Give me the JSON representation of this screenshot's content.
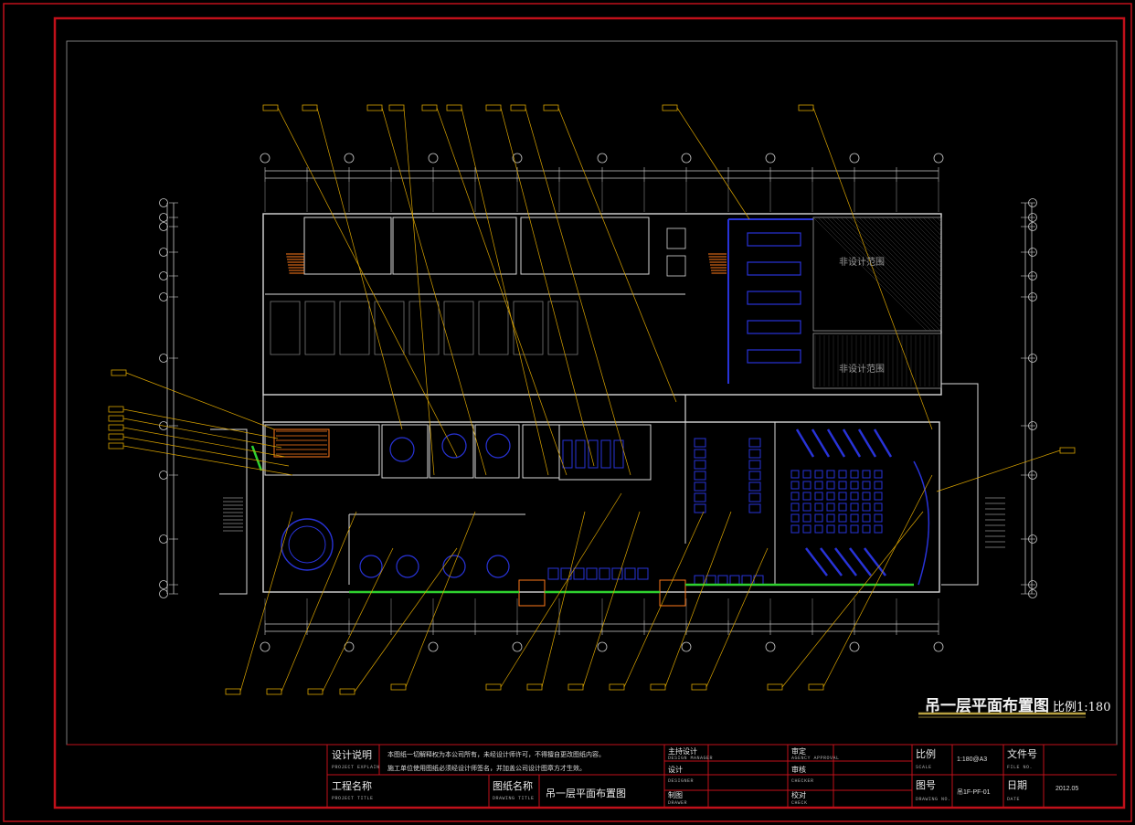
{
  "drawing": {
    "title": "吊一层平面布置图",
    "scale_label": "比例1:180",
    "room_notes": [
      "非设计范围",
      "非设计范围"
    ]
  },
  "title_block": {
    "design_note_label": "设计说明",
    "design_note_label_en": "PROJECT EXPLAIN",
    "design_note_text_1": "本图纸一切解释权为本公司所有，未经设计师许可，不得擅自更改图纸内容。",
    "design_note_text_2": "施工单位使用图纸必须经设计师签名，并加盖公司设计图章方才生效。",
    "project_title_label": "工程名称",
    "project_title_label_en": "PROJECT TITLE",
    "drawing_name_label": "图纸名称",
    "drawing_name_label_en": "DRAWING TITLE",
    "drawing_name_value": "吊一层平面布置图",
    "chief_designer_label": "主持设计",
    "chief_designer_label_en": "DESIGN MANAGER",
    "designer_label": "设计",
    "designer_label_en": "DESIGNER",
    "drafter_label": "制图",
    "drafter_label_en": "DRAWER",
    "reviewer_label": "审定",
    "reviewer_label_en": "AGENCY APPROVAL",
    "checker_label": "审核",
    "checker_label_en": "CHECKER",
    "proofer_label": "校对",
    "proofer_label_en": "CHECK",
    "scale_label": "比例",
    "scale_label_en": "SCALE",
    "scale_value": "1:180@A3",
    "file_no_label": "文件号",
    "file_no_label_en": "FILE NO.",
    "drawing_no_label": "图号",
    "drawing_no_label_en": "DRAWING NO.",
    "drawing_no_value": "吊1F-PF-01",
    "date_label": "日期",
    "date_label_en": "DATE",
    "date_value": "2012.05"
  },
  "colors": {
    "frame": "#c0101a",
    "axis": "#c8c8c8",
    "wall": "#d8d8d8",
    "leader": "#d9a300",
    "furniture": "#2833d8",
    "stairs": "#ff7a1a",
    "glass": "#2fd12f",
    "title_underline": "#b8a040"
  }
}
